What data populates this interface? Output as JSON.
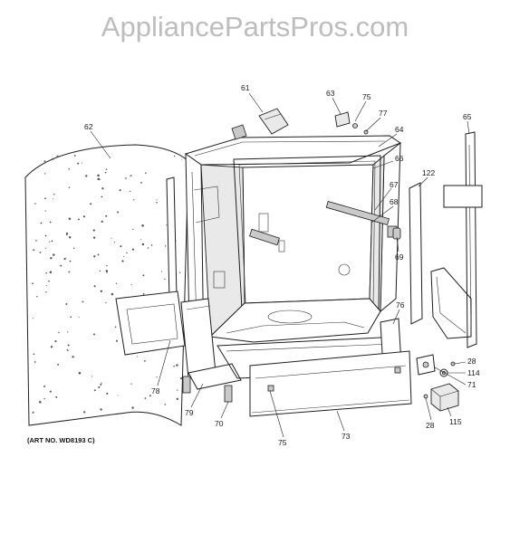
{
  "watermark": "AppliancePartsPros.com",
  "art_number": "(ART NO. WD8193 C)",
  "callouts": [
    {
      "id": "c61",
      "label": "61"
    },
    {
      "id": "c63",
      "label": "63"
    },
    {
      "id": "c75a",
      "label": "75"
    },
    {
      "id": "c77",
      "label": "77"
    },
    {
      "id": "c64",
      "label": "64"
    },
    {
      "id": "c62",
      "label": "62"
    },
    {
      "id": "c65",
      "label": "65"
    },
    {
      "id": "c66",
      "label": "66"
    },
    {
      "id": "c122",
      "label": "122"
    },
    {
      "id": "c67",
      "label": "67"
    },
    {
      "id": "c68",
      "label": "68"
    },
    {
      "id": "c69",
      "label": "69"
    },
    {
      "id": "c76",
      "label": "76"
    },
    {
      "id": "c78",
      "label": "78"
    },
    {
      "id": "c79",
      "label": "79"
    },
    {
      "id": "c70",
      "label": "70"
    },
    {
      "id": "c75b",
      "label": "75"
    },
    {
      "id": "c73",
      "label": "73"
    },
    {
      "id": "c28a",
      "label": "28"
    },
    {
      "id": "c114",
      "label": "114"
    },
    {
      "id": "c71",
      "label": "71"
    },
    {
      "id": "c28b",
      "label": "28"
    },
    {
      "id": "c115",
      "label": "115"
    }
  ]
}
